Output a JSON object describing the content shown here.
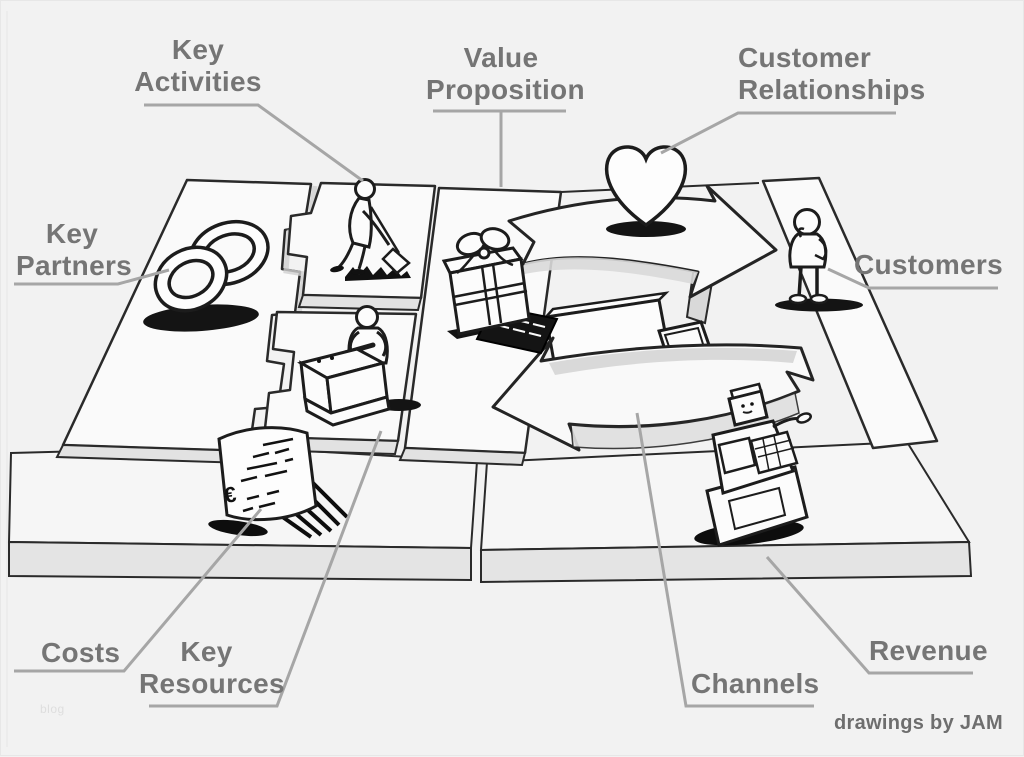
{
  "canvas": {
    "background": "#f2f2f2",
    "ink_color": "#222222",
    "label_color": "#757575",
    "leader_color": "#a6a6a6",
    "shade_color": "#dcdcdc"
  },
  "labels": {
    "key_partners": "Key Partners",
    "key_activities": "Key Activities",
    "key_resources": "Key Resources",
    "value_proposition": "Value Proposition",
    "customer_relationships": "Customer Relationships",
    "customers": "Customers",
    "channels": "Channels",
    "costs": "Costs",
    "revenue": "Revenue"
  },
  "drawing": {
    "costs_document_symbol": "€",
    "illustrations": [
      {
        "icon": "interlocked-rings-icon",
        "block": "Key Partners"
      },
      {
        "icon": "digging-person-icon",
        "block": "Key Activities"
      },
      {
        "icon": "person-with-machine-icon",
        "block": "Key Resources"
      },
      {
        "icon": "gift-box-icon",
        "block": "Value Proposition"
      },
      {
        "icon": "heart-icon",
        "block": "Customer Relationships"
      },
      {
        "icon": "delivery-truck-icon",
        "block": "Channels"
      },
      {
        "icon": "standing-person-icon",
        "block": "Customers"
      },
      {
        "icon": "euro-invoice-icon",
        "block": "Costs"
      },
      {
        "icon": "cash-register-icon",
        "block": "Revenue"
      }
    ]
  },
  "footer": {
    "attribution": "drawings by JAM",
    "watermark": "blog"
  }
}
